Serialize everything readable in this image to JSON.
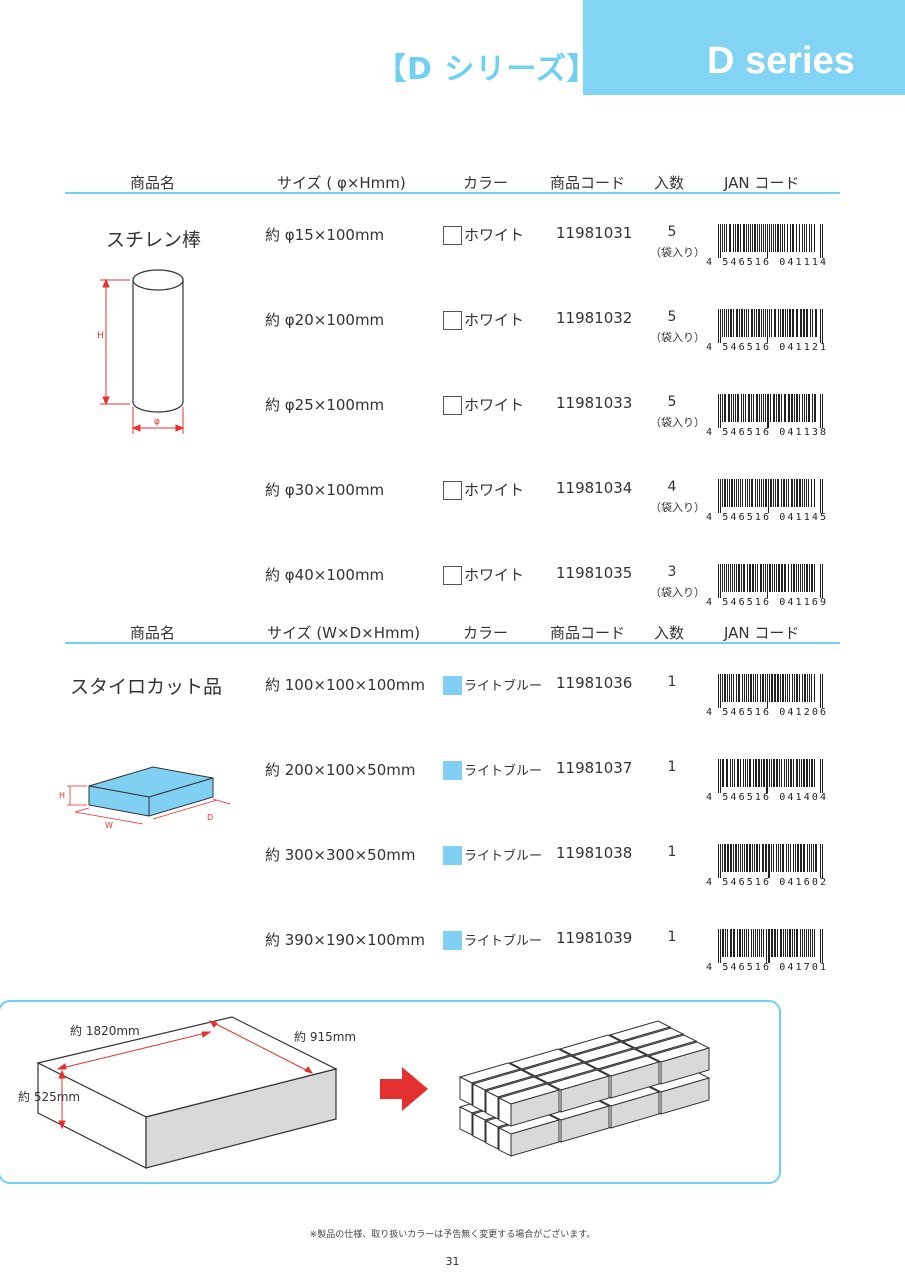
{
  "header": {
    "series_jp": "【D シリーズ】",
    "series_en": "D series",
    "accent_color": "#81d4f4"
  },
  "section1": {
    "headers": {
      "name": "商品名",
      "size": "サイズ ( φ×Hmm)",
      "color": "カラー",
      "code": "商品コード",
      "qty": "入数",
      "jan": "JAN コード"
    },
    "product_name": "スチレン棒",
    "diagram": {
      "h_label": "H",
      "d_label": "φ"
    },
    "rows": [
      {
        "size": "約 φ15×100mm",
        "color": "ホワイト",
        "code": "11981031",
        "qty": "5",
        "qty_note": "（袋入り）",
        "jan": "4 546516 041114"
      },
      {
        "size": "約 φ20×100mm",
        "color": "ホワイト",
        "code": "11981032",
        "qty": "5",
        "qty_note": "（袋入り）",
        "jan": "4 546516 041121"
      },
      {
        "size": "約 φ25×100mm",
        "color": "ホワイト",
        "code": "11981033",
        "qty": "5",
        "qty_note": "（袋入り）",
        "jan": "4 546516 041138"
      },
      {
        "size": "約 φ30×100mm",
        "color": "ホワイト",
        "code": "11981034",
        "qty": "4",
        "qty_note": "（袋入り）",
        "jan": "4 546516 041145"
      },
      {
        "size": "約 φ40×100mm",
        "color": "ホワイト",
        "code": "11981035",
        "qty": "3",
        "qty_note": "（袋入り）",
        "jan": "4 546516 041169"
      }
    ]
  },
  "section2": {
    "headers": {
      "name": "商品名",
      "size": "サイズ (W×D×Hmm)",
      "color": "カラー",
      "code": "商品コード",
      "qty": "入数",
      "jan": "JAN コード"
    },
    "product_name": "スタイロカット品",
    "diagram": {
      "h_label": "H",
      "w_label": "W",
      "d_label": "D"
    },
    "rows": [
      {
        "size": "約 100×100×100mm",
        "color": "ライトブルー",
        "code": "11981036",
        "qty": "1",
        "jan": "4 546516 041206"
      },
      {
        "size": "約 200×100×50mm",
        "color": "ライトブルー",
        "code": "11981037",
        "qty": "1",
        "jan": "4 546516 041404"
      },
      {
        "size": "約 300×300×50mm",
        "color": "ライトブルー",
        "code": "11981038",
        "qty": "1",
        "jan": "4 546516 041602"
      },
      {
        "size": "約 390×190×100mm",
        "color": "ライトブルー",
        "code": "11981039",
        "qty": "1",
        "jan": "4 546516 041701"
      }
    ]
  },
  "cutting_diagram": {
    "width_label": "約 1820mm",
    "depth_label": "約 915mm",
    "height_label": "約 525mm"
  },
  "footnote": "※製品の仕様、取り扱いカラーは予告無く変更する場合がございます。",
  "page_number": "31"
}
